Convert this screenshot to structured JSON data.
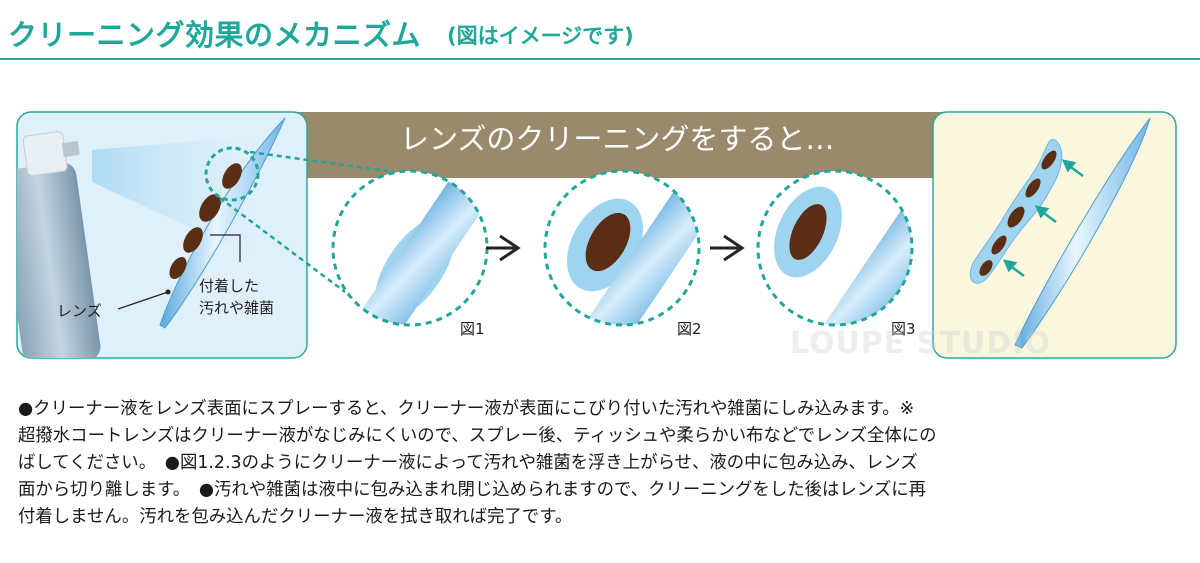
{
  "header": {
    "title": "クリーニング効果のメカニズム",
    "subtitle": "(図はイメージです)"
  },
  "diagram": {
    "banner_text": "レンズのクリーニングをすると…",
    "label_lens": "レンズ",
    "label_attached_line1": "付着した",
    "label_attached_line2": "汚れや雑菌",
    "figures": [
      "図1",
      "図2",
      "図3"
    ],
    "watermark": "LOUPE STUDIO",
    "colors": {
      "accent": "#1fa79a",
      "banner": "#9a8a6c",
      "lens_blue": "#8ec7ec",
      "grime": "#5a2d14",
      "liquid": "#9fd4f0",
      "left_panel_bg": "#dff0fa",
      "right_panel_bg": "#fbf7de"
    }
  },
  "description": {
    "lines": [
      "●クリーナー液をレンズ表面にスプレーすると、クリーナー液が表面にこびり付いた汚れや雑菌にしみ込みます。※",
      "超撥水コートレンズはクリーナー液がなじみにくいので、スプレー後、ティッシュや柔らかい布などでレンズ全体にの",
      "ばしてください。　●図1.2.3のようにクリーナー液によって汚れや雑菌を浮き上がらせ、液の中に包み込み、レンズ",
      "面から切り離します。　●汚れや雑菌は液中に包み込まれ閉じ込められますので、クリーニングをした後はレンズに再",
      "付着しません。汚れを包み込んだクリーナー液を拭き取れば完了です。"
    ]
  }
}
